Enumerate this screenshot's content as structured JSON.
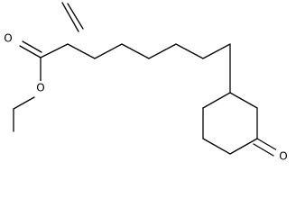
{
  "molecule": {
    "atoms": {
      "carbonyl_oxygen": "O",
      "ester_oxygen": "O",
      "ketone_oxygen": "O"
    }
  },
  "colors": {
    "background": "#ffffff",
    "bonds": "#000000",
    "labels": "#000000"
  }
}
